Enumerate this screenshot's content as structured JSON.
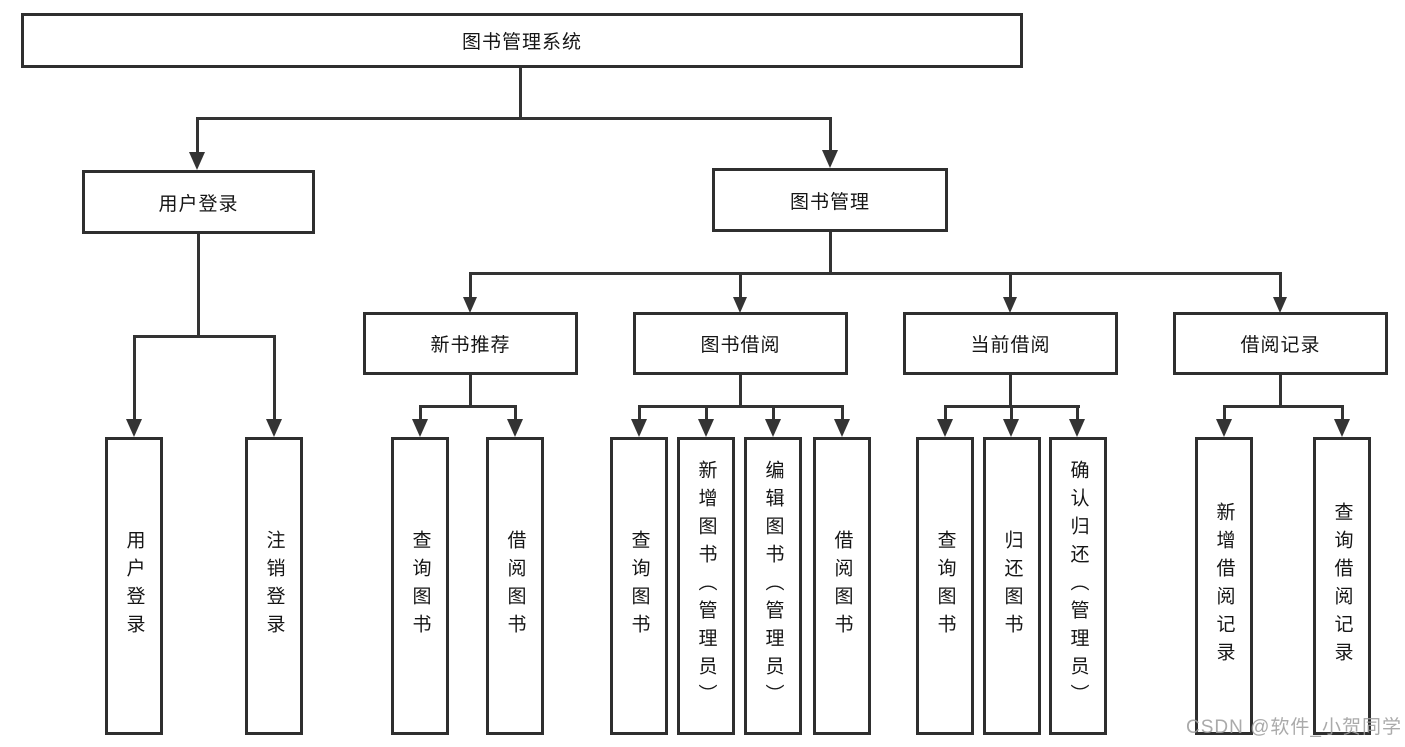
{
  "diagram": {
    "root": "图书管理系统",
    "level2": [
      "用户登录",
      "图书管理"
    ],
    "level3": [
      "新书推荐",
      "图书借阅",
      "当前借阅",
      "借阅记录"
    ],
    "groups": [
      {
        "parent": "用户登录",
        "children": [
          "用户登录",
          "注销登录"
        ]
      },
      {
        "parent": "新书推荐",
        "children": [
          "查询图书",
          "借阅图书"
        ]
      },
      {
        "parent": "图书借阅",
        "children": [
          "查询图书",
          "新增图书（管理员）",
          "编辑图书（管理员）",
          "借阅图书"
        ]
      },
      {
        "parent": "当前借阅",
        "children": [
          "查询图书",
          "归还图书",
          "确认归还（管理员）"
        ]
      },
      {
        "parent": "借阅记录",
        "children": [
          "新增借阅记录",
          "查询借阅记录"
        ]
      }
    ]
  },
  "watermark": "CSDN @软件_小贺同学",
  "colors": {
    "line": "#333333",
    "border": "#2f2f2f",
    "text": "#151515",
    "watermark": "#9e9e9e",
    "background": "#ffffff"
  }
}
